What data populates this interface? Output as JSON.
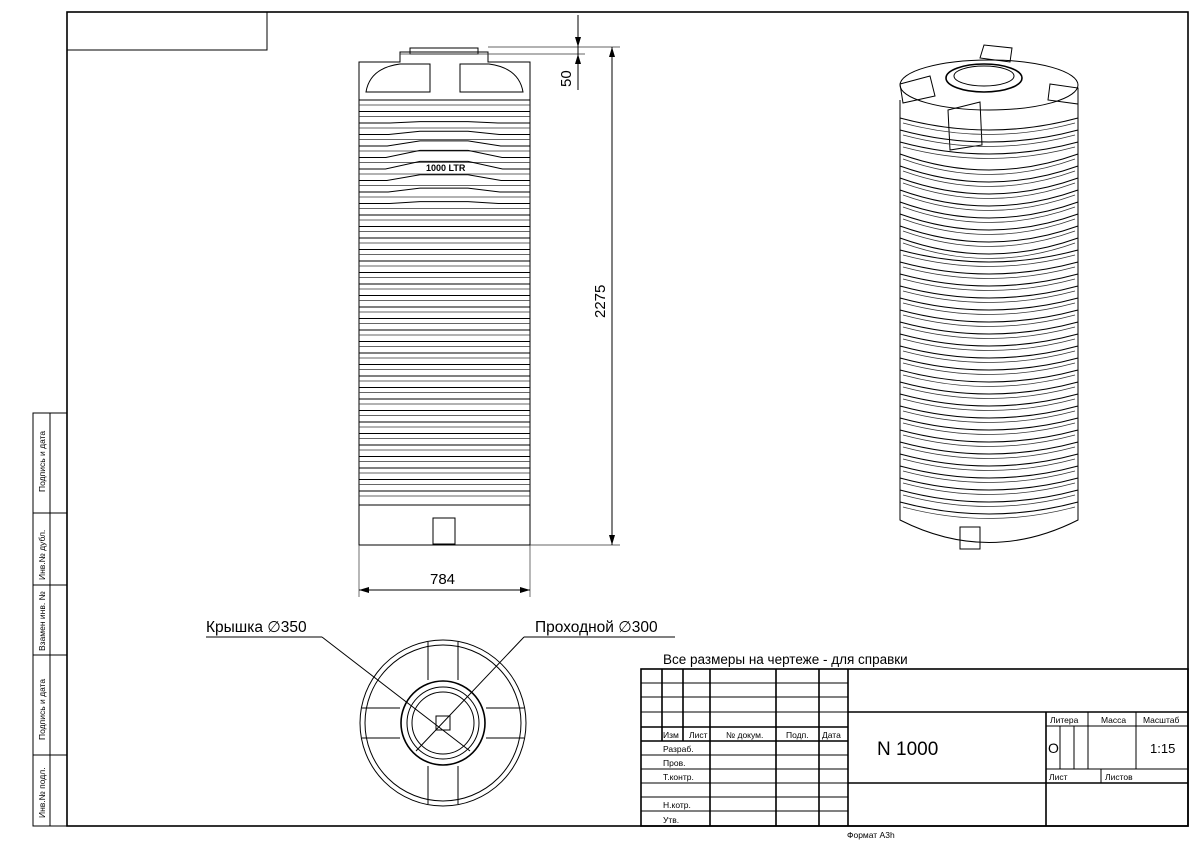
{
  "front_view": {
    "label": "1000 LTR",
    "dim_height": "2275",
    "dim_top": "50",
    "dim_width": "784"
  },
  "top_view": {
    "lid_label": "Крышка ∅350",
    "manhole_label": "Проходной ∅300"
  },
  "note": "Все размеры на чертеже - для справки",
  "side_stamps": [
    "Подпись и дата",
    "Инв.№ дубл.",
    "Взамен инв. №",
    "Подпись и дата",
    "Инв.№ подл."
  ],
  "title_block": {
    "headers": [
      "Изм",
      "Лист",
      "№ докум.",
      "Подп.",
      "Дата"
    ],
    "roles": [
      "Разраб.",
      "Пров.",
      "Т.контр.",
      "Н.котр.",
      "Утв."
    ],
    "designation": "N 1000",
    "litera_label": "Литера",
    "litera_value": "О",
    "mass_label": "Масса",
    "scale_label": "Масштаб",
    "scale_value": "1:15",
    "sheet_label": "Лист",
    "sheets_label": "Листов"
  },
  "format": "Формат А3h"
}
